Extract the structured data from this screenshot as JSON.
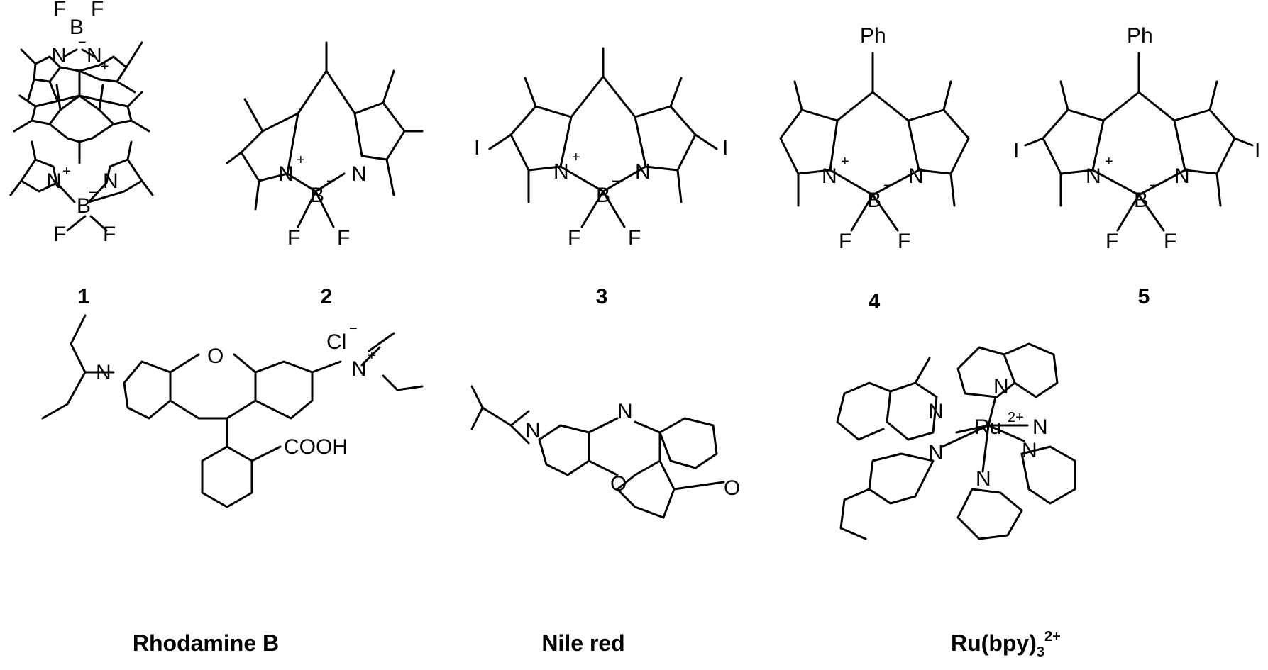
{
  "compounds": [
    {
      "label": "1",
      "atoms": {
        "B1": "B",
        "F1a": "F",
        "F1b": "F",
        "N1a": "N",
        "N1b": "N",
        "B2": "B",
        "F2a": "F",
        "F2b": "F",
        "N2a": "N",
        "N2b": "N"
      },
      "charges": {
        "minus1": "−",
        "plus1": "+",
        "minus2": "−",
        "plus2": "+"
      }
    },
    {
      "label": "2",
      "atoms": {
        "Na": "N",
        "Nb": "N",
        "B": "B",
        "Fa": "F",
        "Fb": "F"
      },
      "charges": {
        "plus": "+",
        "minus": "−"
      }
    },
    {
      "label": "3",
      "atoms": {
        "Na": "N",
        "Nb": "N",
        "B": "B",
        "Fa": "F",
        "Fb": "F",
        "Ia": "I",
        "Ib": "I"
      },
      "charges": {
        "plus": "+",
        "minus": "−"
      }
    },
    {
      "label": "4",
      "atoms": {
        "Na": "N",
        "Nb": "N",
        "B": "B",
        "Fa": "F",
        "Fb": "F",
        "Ph": "Ph"
      },
      "charges": {
        "plus": "+",
        "minus": "−"
      }
    },
    {
      "label": "5",
      "atoms": {
        "Na": "N",
        "Nb": "N",
        "B": "B",
        "Fa": "F",
        "Fb": "F",
        "Ia": "I",
        "Ib": "I",
        "Ph": "Ph"
      },
      "charges": {
        "plus": "+",
        "minus": "−"
      }
    }
  ],
  "rhodamine": {
    "name": "Rhodamine B",
    "atoms": {
      "N1": "N",
      "O": "O",
      "N2": "N",
      "Cl": "Cl",
      "COOH": "COOH"
    },
    "charges": {
      "cl_minus": "−",
      "n_plus": "+"
    }
  },
  "nilered": {
    "name": "Nile red",
    "atoms": {
      "N1": "N",
      "N2": "N",
      "O1": "O",
      "O2": "O"
    }
  },
  "ru": {
    "name_main": "Ru(bpy)",
    "name_sub": "3",
    "name_sup": "2+",
    "atoms": {
      "Ru": "Ru",
      "charge": "2+",
      "N1": "N",
      "N2": "N",
      "N3": "N",
      "N4": "N",
      "N5": "N",
      "N6": "N"
    }
  }
}
